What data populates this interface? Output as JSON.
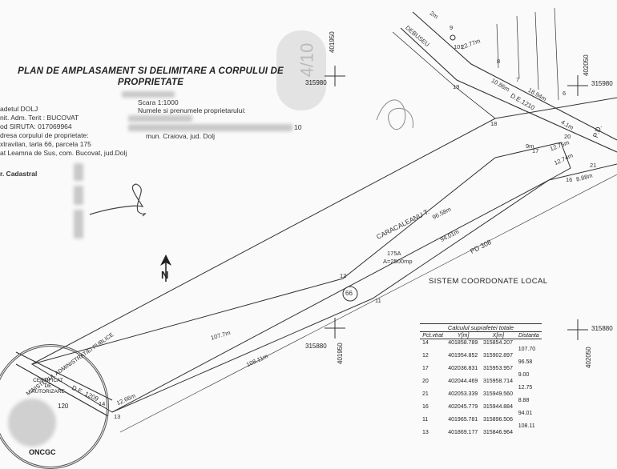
{
  "title_line1": "PLAN DE AMPLASAMENT SI DELIMITARE A CORPULUI DE",
  "title_line2": "PROPRIETATE",
  "scale": "Scara 1:1000",
  "owner_label": "Numele si prenumele proprietarului:",
  "owner_suffix": "10",
  "owner_address": "mun. Craiova, jud. Dolj",
  "left_info": [
    "adetul DOLJ",
    "nit. Adm. Terit : BUCOVAT",
    "od SIRUTA: 017069964",
    "dresa  corpului de proprietate:",
    "xtravilan, tarla 66, parcela 175",
    "at Leamna de Sus, com. Bucovat, jud.Dolj"
  ],
  "cadastral_label": "r. Cadastral",
  "page_stamp": "4/10",
  "north_label": "N",
  "system_label": "SISTEM COORDONATE LOCAL",
  "parcel_label": "175A",
  "parcel_area": "A=2500mp",
  "tarla_label": "66",
  "road_labels": {
    "debuseu": "DEBUSEU",
    "de1210": "D.E.1210",
    "pd": "P.D.",
    "pd308": "PD 308",
    "caracaleanu": "CARACALEANU T.",
    "de1209": "D.E. 1209"
  },
  "distances": {
    "d_top": "96.58m",
    "d_bottom": "94.01m",
    "d_left_top": "107.7m",
    "d_left_bottom": "108.11m",
    "d_13": "12.66m",
    "d_17_20": "9m",
    "d_20_21": "12.75m",
    "d_16_21": "8.88m",
    "d_16": "12.74m",
    "d_2m": "2m",
    "d_22": "22.77m",
    "d_1086": "10.86m",
    "d_1894": "18.94m",
    "d_41": "4.1m"
  },
  "points": {
    "p9": "9",
    "p101": "101",
    "p8": "8",
    "p7": "7",
    "p6": "6",
    "p19": "19",
    "p18": "18",
    "p17": "17",
    "p20": "20",
    "p21": "21",
    "p16": "16",
    "p12": "12",
    "p11": "11",
    "p13": "13",
    "p14": "14"
  },
  "grid_coords": {
    "c315980_left": "315980",
    "c401950_top": "401950",
    "c402050_top": "402050",
    "c315980_right": "315980",
    "c315880_right": "315880",
    "c315880_mid": "315880",
    "c401950_bot": "401950",
    "c402050_bot": "402050"
  },
  "table": {
    "title": "Calculul suprafetei totale",
    "headers": [
      "Pct.vtrat",
      "Y[m]",
      "X[m]",
      "Distanta"
    ],
    "rows": [
      {
        "pt": "14",
        "y": "401858.789",
        "x": "315854.207"
      },
      {
        "dist": "107.70"
      },
      {
        "pt": "12",
        "y": "401954.852",
        "x": "315902.897"
      },
      {
        "dist": "96.58"
      },
      {
        "pt": "17",
        "y": "402036.831",
        "x": "315953.957"
      },
      {
        "dist": "9.00"
      },
      {
        "pt": "20",
        "y": "402044.469",
        "x": "315958.714"
      },
      {
        "dist": "12.75"
      },
      {
        "pt": "21",
        "y": "402053.339",
        "x": "315949.560"
      },
      {
        "dist": "8.88"
      },
      {
        "pt": "16",
        "y": "402045.779",
        "x": "315944.884"
      },
      {
        "dist": "94.01"
      },
      {
        "pt": "11",
        "y": "401965.781",
        "x": "315896.506"
      },
      {
        "dist": "108.11"
      },
      {
        "pt": "13",
        "y": "401869.177",
        "x": "315846.964"
      }
    ]
  },
  "stamp_text": {
    "outer": "MINISTERUL ADMINISTRATIEI PUBLICE",
    "cert": "CERTIFICAT",
    "de": "DE",
    "aut": "AUTORIZARE",
    "num": "120",
    "agency": "ONCGC"
  }
}
